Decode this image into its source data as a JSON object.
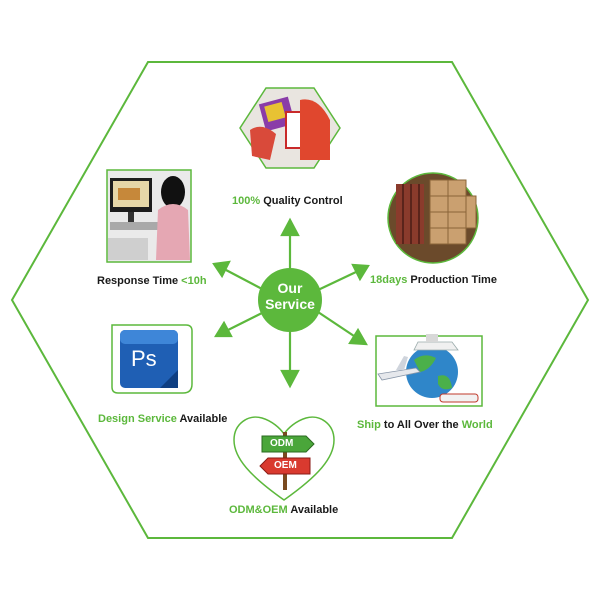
{
  "center": {
    "line1": "Our",
    "line2": "Service"
  },
  "colors": {
    "green": "#5cb83c",
    "dark_green": "#3f9a2b",
    "text": "#1a1a1a"
  },
  "services": [
    {
      "id": "quality",
      "highlight": "100%",
      "text": " Quality Control",
      "icon": "hands-inspecting-bag-photo"
    },
    {
      "id": "production",
      "highlight": "18days",
      "text": " Production Time",
      "icon": "warehouse-boxes-photo"
    },
    {
      "id": "shipping",
      "highlight": "Ship",
      "text": " to All Over the ",
      "highlight2": "World",
      "icon": "plane-globe-ship-photo"
    },
    {
      "id": "odm",
      "highlight": "ODM&OEM",
      "text": " Available",
      "icon": "signpost-heart-icon",
      "sign1": "ODM",
      "sign2": "OEM"
    },
    {
      "id": "design",
      "highlight": "Design Service",
      "text": " Available",
      "icon": "photoshop-icon",
      "badge": "Ps"
    },
    {
      "id": "response",
      "prefix": "Response Time ",
      "highlight": "<10h",
      "icon": "office-worker-photo"
    }
  ]
}
